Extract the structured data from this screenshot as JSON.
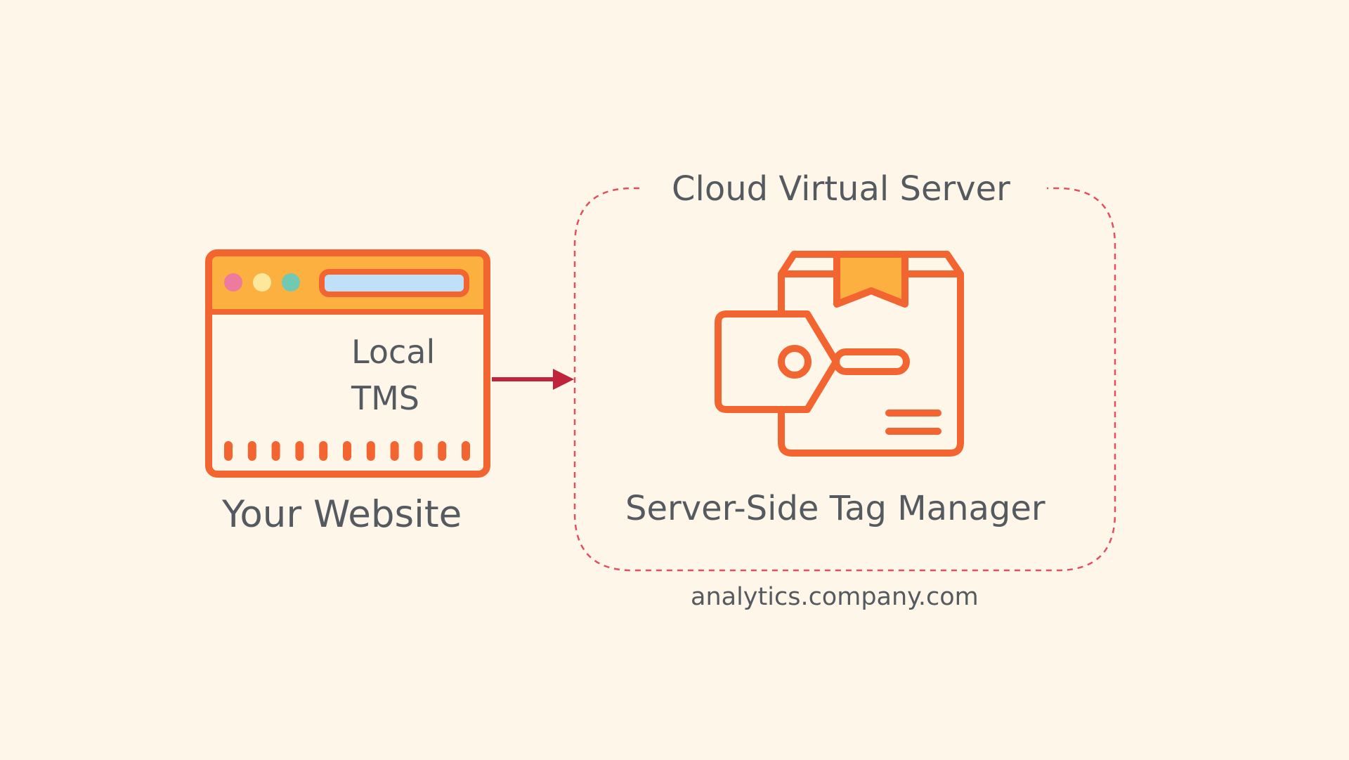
{
  "colors": {
    "background": "#fff6ea",
    "icon_orange": "#f26430",
    "icon_amber": "#fbb040",
    "browser_bar_fill": "#bfe0f7",
    "dot_pink": "#ee7b9d",
    "dot_yellow": "#fde79c",
    "dot_teal": "#72c9b2",
    "arrow": "#c0233a",
    "dashed_border": "#e0505e",
    "text": "#555a60"
  },
  "cloud_server": {
    "title": "Cloud Virtual Server",
    "component_label": "Server-Side Tag Manager",
    "domain": "analytics.company.com",
    "icon": "package-tag-icon"
  },
  "website": {
    "caption": "Your Website",
    "tms_label_line1": "Local",
    "tms_label_line2": "TMS",
    "icon": "browser-window-icon"
  },
  "connection": {
    "icon": "arrow-right-icon"
  }
}
